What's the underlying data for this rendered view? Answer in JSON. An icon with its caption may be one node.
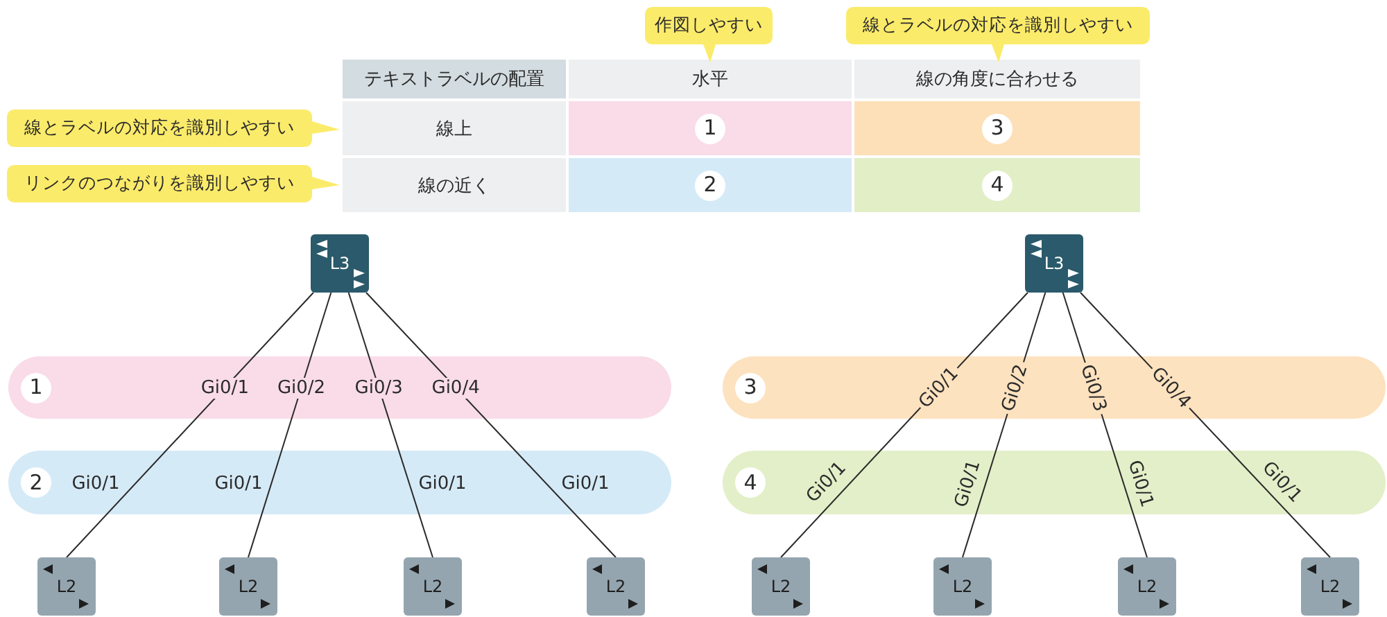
{
  "diagram": {
    "nodes": [
      {
        "text": [
          "1"
        ]
      },
      {
        "text": [
          "3"
        ]
      },
      {
        "text": [
          "2"
        ]
      },
      {
        "text": [
          "4"
        ]
      },
      {
        "text": [
          "L3"
        ]
      },
      {
        "text": [
          "1"
        ]
      },
      {
        "text": [
          "2"
        ]
      },
      {
        "text": [
          "L2"
        ]
      },
      {
        "text": [
          "L2"
        ]
      },
      {
        "text": [
          "L2"
        ]
      },
      {
        "text": [
          "L2"
        ]
      },
      {
        "text": [
          "L3"
        ]
      },
      {
        "text": [
          "3"
        ]
      },
      {
        "text": [
          "4"
        ]
      },
      {
        "text": [
          "L2"
        ]
      },
      {
        "text": [
          "L2"
        ]
      },
      {
        "text": [
          "L2"
        ]
      },
      {
        "text": [
          "L2"
        ]
      }
    ],
    "edges": [
      {
        "from": 4,
        "to": 7,
        "arrow": "none",
        "label": "Gi0/1"
      },
      {
        "from": 4,
        "to": 8,
        "arrow": "none",
        "label": "Gi0/2"
      },
      {
        "from": 4,
        "to": 9,
        "arrow": "none",
        "label": "Gi0/3"
      },
      {
        "from": 4,
        "to": 10,
        "arrow": "none",
        "label": "Gi0/4"
      },
      {
        "from": 11,
        "to": 14,
        "arrow": "none",
        "label": "Gi0/1"
      },
      {
        "from": 11,
        "to": 15,
        "arrow": "none",
        "label": "Gi0/2"
      },
      {
        "from": 11,
        "to": 16,
        "arrow": "none",
        "label": "Gi0/3"
      },
      {
        "from": 11,
        "to": 17,
        "arrow": "none",
        "label": "Gi0/4"
      }
    ],
    "labels": [
      "作図しやすい",
      "線とラベルの対応を識別しやすい",
      "テキストラベルの配置",
      "水平",
      "線の角度に合わせる",
      "線とラベルの対応を識別しやすい",
      "線上",
      "リンクのつながりを識別しやすい",
      "線の近く",
      "Gi0/1",
      "Gi0/1",
      "Gi0/1",
      "Gi0/1",
      "Gi0/1",
      "Gi0/1",
      "Gi0/1",
      "Gi0/1"
    ]
  }
}
